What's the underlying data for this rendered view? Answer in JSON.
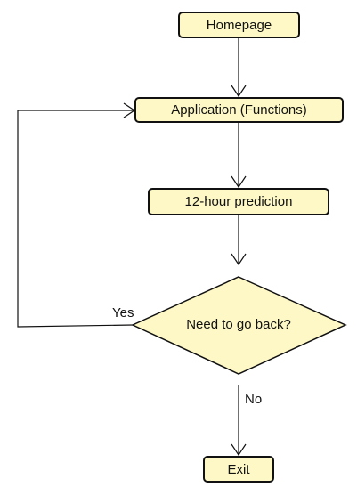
{
  "colors": {
    "node_fill": "#fdf8c6",
    "stroke": "#111111",
    "background": "#ffffff"
  },
  "nodes": {
    "homepage": "Homepage",
    "application": "Application (Functions)",
    "prediction": "12-hour prediction",
    "decision": "Need to go back?",
    "exit": "Exit"
  },
  "edges": {
    "yes_label": "Yes",
    "no_label": "No"
  }
}
